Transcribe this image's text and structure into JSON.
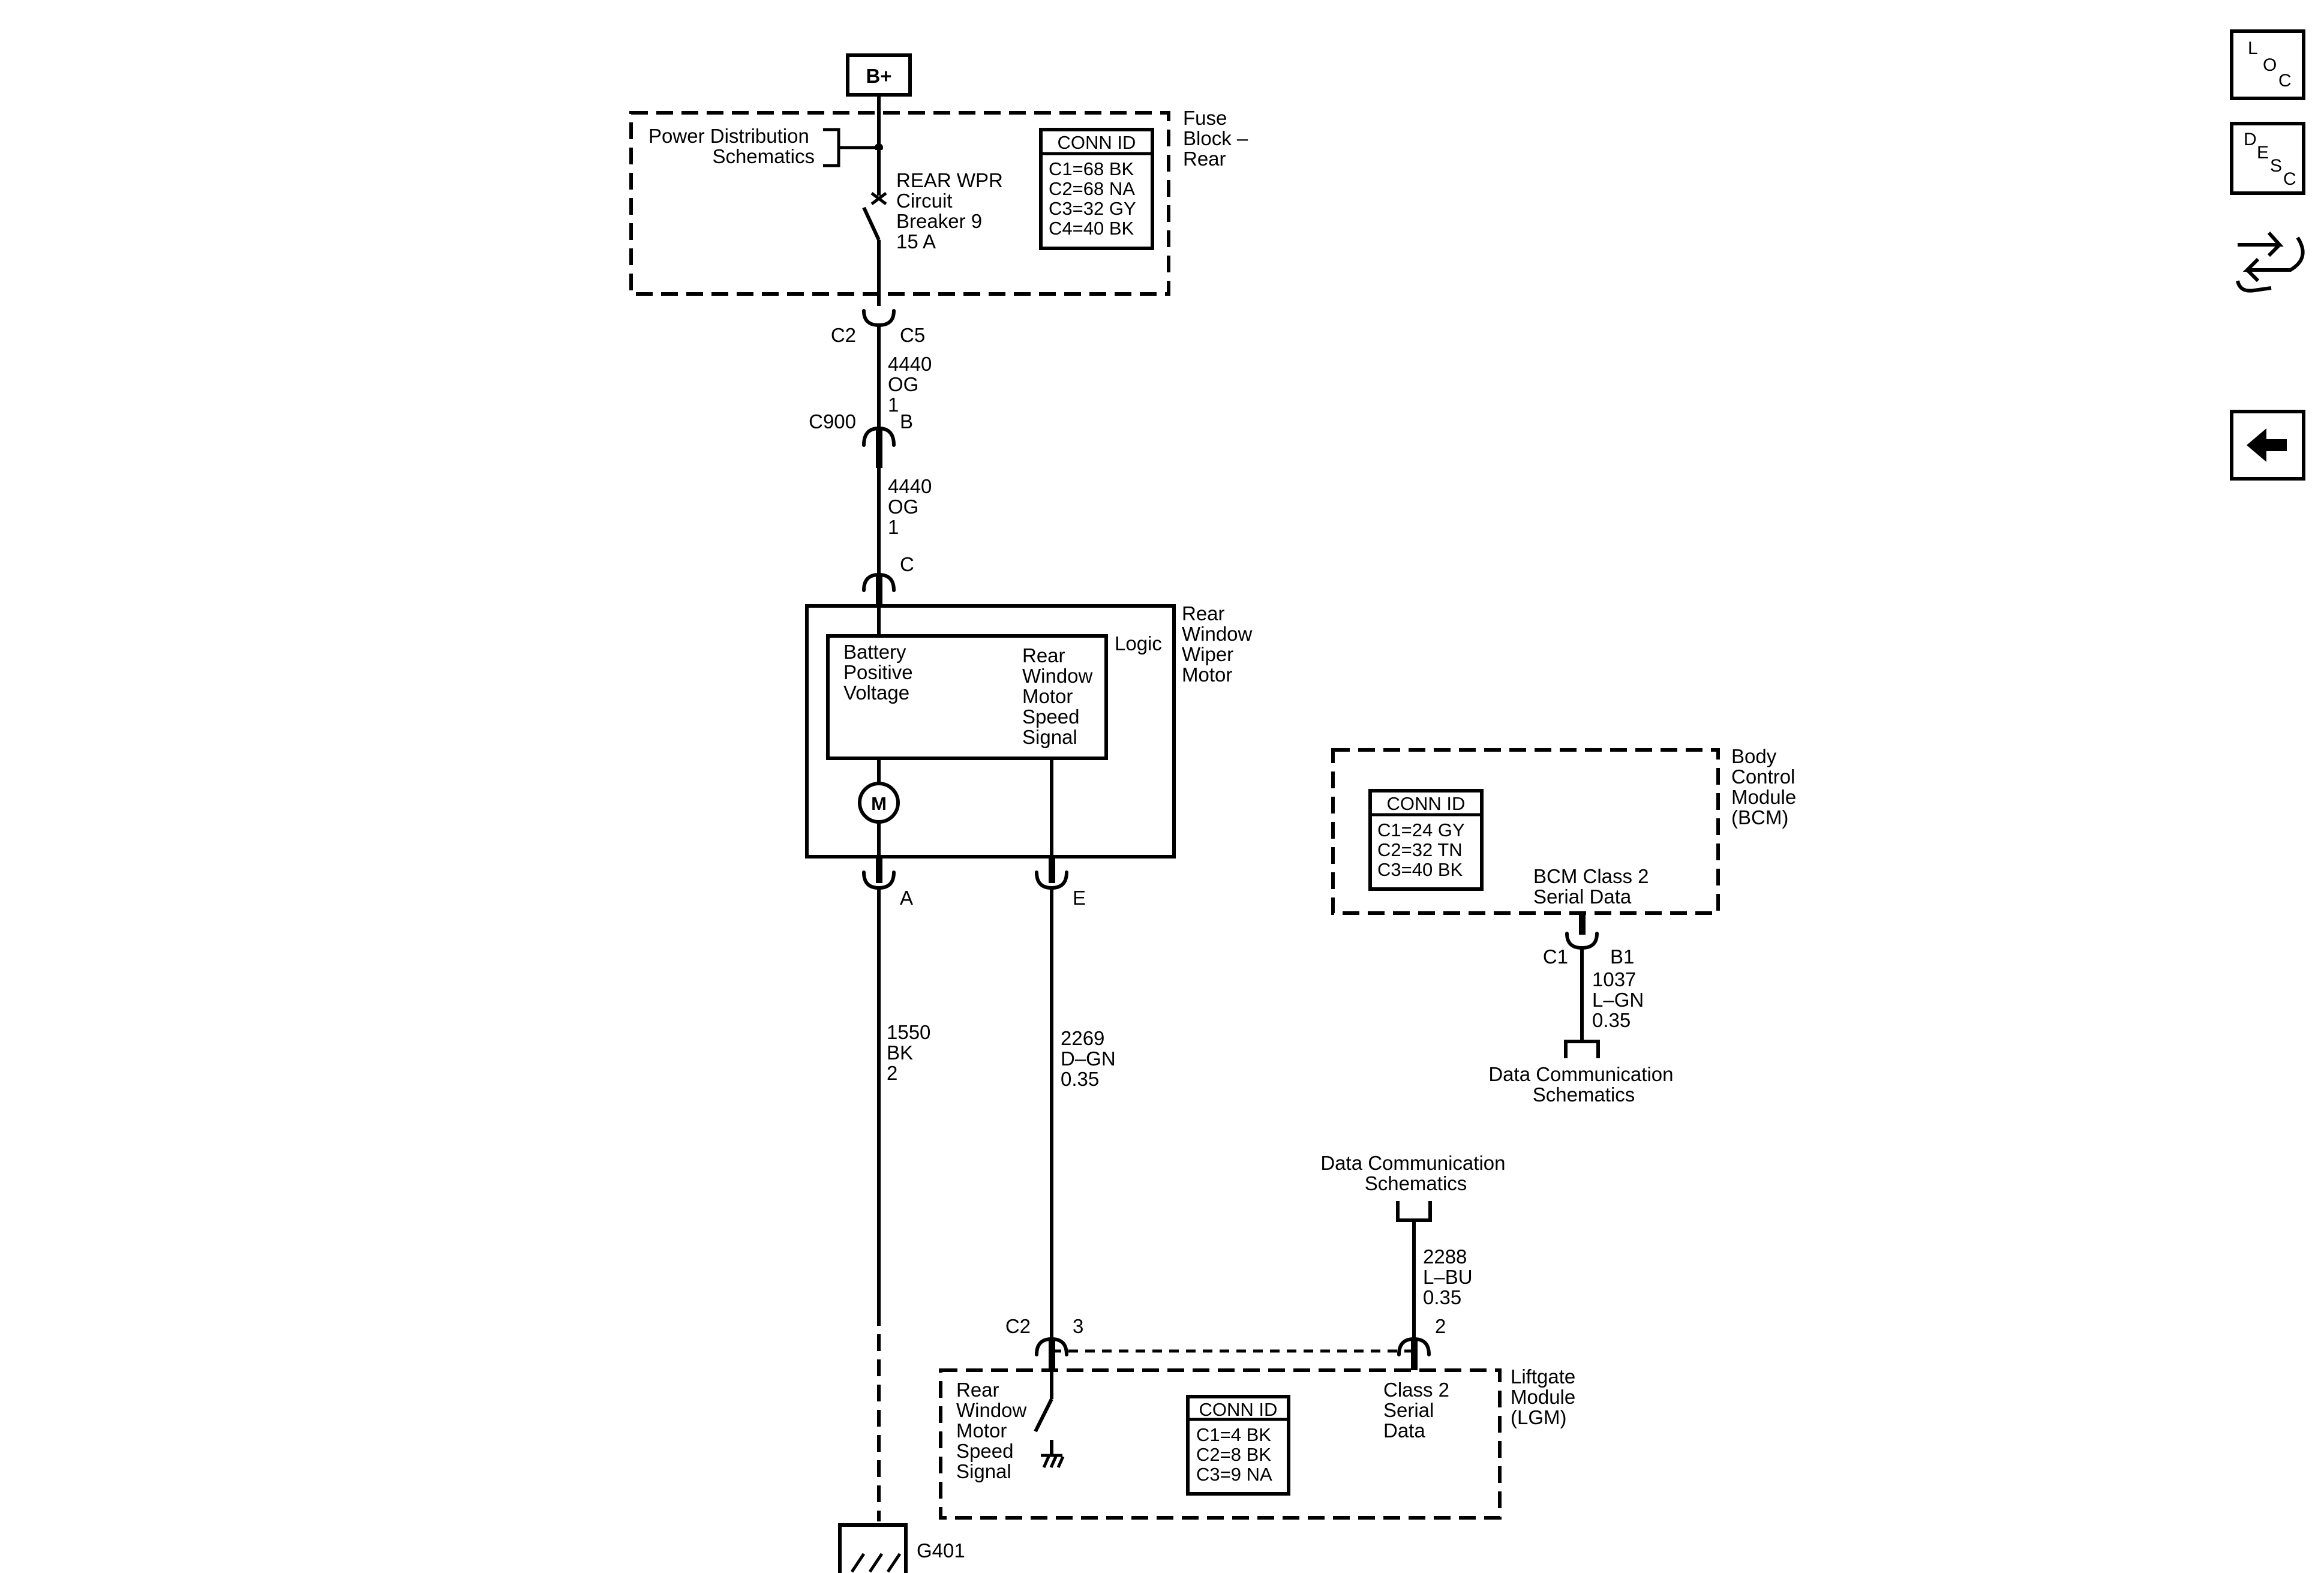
{
  "battery": {
    "label": "B+"
  },
  "fuse_block": {
    "name_lines": [
      "Fuse",
      "Block –",
      "Rear"
    ],
    "power_dist_lines": [
      "Power Distribution",
      "Schematics"
    ],
    "breaker_lines": [
      "REAR WPR",
      "Circuit",
      "Breaker 9",
      "15 A"
    ],
    "conn_title": "CONN ID",
    "conn_lines": [
      "C1=68 BK",
      "C2=68 NA",
      "C3=32 GY",
      "C4=40 BK"
    ]
  },
  "c2_c5": {
    "left": "C2",
    "right": "C5"
  },
  "wire_4440_a": [
    "4440",
    "OG",
    "1"
  ],
  "c900": {
    "left": "C900",
    "right": "B"
  },
  "wire_4440_b": [
    "4440",
    "OG",
    "1"
  ],
  "pin_c": "C",
  "wiper_motor": {
    "name_lines": [
      "Rear",
      "Window",
      "Wiper",
      "Motor"
    ],
    "logic_label": "Logic",
    "bpv_lines": [
      "Battery",
      "Positive",
      "Voltage"
    ],
    "speed_lines": [
      "Rear",
      "Window",
      "Motor",
      "Speed",
      "Signal"
    ],
    "motor_symbol": "M"
  },
  "pin_a": "A",
  "pin_e": "E",
  "wire_1550": [
    "1550",
    "BK",
    "2"
  ],
  "wire_2269": [
    "2269",
    "D–GN",
    "0.35"
  ],
  "ground": {
    "label": "G401"
  },
  "bcm": {
    "name_lines": [
      "Body",
      "Control",
      "Module",
      "(BCM)"
    ],
    "conn_title": "CONN ID",
    "conn_lines": [
      "C1=24 GY",
      "C2=32 TN",
      "C3=40 BK"
    ],
    "serial_lines": [
      "BCM Class 2",
      "Serial Data"
    ]
  },
  "c1_b1": {
    "left": "C1",
    "right": "B1"
  },
  "wire_1037": [
    "1037",
    "L–GN",
    "0.35"
  ],
  "data_comm_1": [
    "Data Communication",
    "Schematics"
  ],
  "data_comm_2": [
    "Data Communication",
    "Schematics"
  ],
  "wire_2288": [
    "2288",
    "L–BU",
    "0.35"
  ],
  "lgm_pins": {
    "c2": "C2",
    "pin3": "3",
    "pin2": "2"
  },
  "lgm": {
    "name_lines": [
      "Liftgate",
      "Module",
      "(LGM)"
    ],
    "speed_lines": [
      "Rear",
      "Window",
      "Motor",
      "Speed",
      "Signal"
    ],
    "conn_title": "CONN ID",
    "conn_lines": [
      "C1=4 BK",
      "C2=8 BK",
      "C3=9 NA"
    ],
    "class2_lines": [
      "Class 2",
      "Serial",
      "Data"
    ]
  },
  "nav": {
    "loc": [
      "L",
      "O",
      "C"
    ],
    "desc": [
      "D",
      "E",
      "S",
      "C"
    ],
    "back_arrow": "←",
    "icons": [
      "loc-button-icon",
      "desc-button-icon",
      "swap-arrows-icon",
      "back-arrow-icon"
    ]
  }
}
